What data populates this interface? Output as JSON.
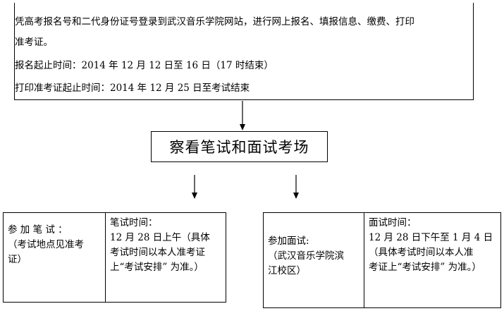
{
  "top_box": {
    "line1": "凭高考报名号和二代身份证号登录到武汉音乐学院网站，进行网上报名、填报信息、缴费、打印",
    "line2": "准考证。",
    "line3": "报名起止时间：2014 年 12 月 12 日至 16 日（17 时结束）",
    "line4": "打印准考证起止时间：2014 年 12 月 25 日至考试结束"
  },
  "middle_box": {
    "title": "察看笔试和面试考场"
  },
  "left_bottom": {
    "label_line1": "参 加 笔 试 ：",
    "label_line2": "（考试地点见准考",
    "label_line3": "证）",
    "info_line1": "笔试时间：",
    "info_line2": "12 月 28 日上午（具体",
    "info_line3": "考试时间以本人准考证",
    "info_line4": "上“考试安排” 为准。）"
  },
  "right_bottom": {
    "label_line1": "参加面试:",
    "label_line2": "（武汉音乐学院滨",
    "label_line3": "江校区）",
    "info_line1": "面试时间：",
    "info_line2": "12 月 28 日下午至 1 月 4 日",
    "info_line3": "（具体考试时间以本人准",
    "info_line4": "考证上“考试安排” 为准。）"
  }
}
